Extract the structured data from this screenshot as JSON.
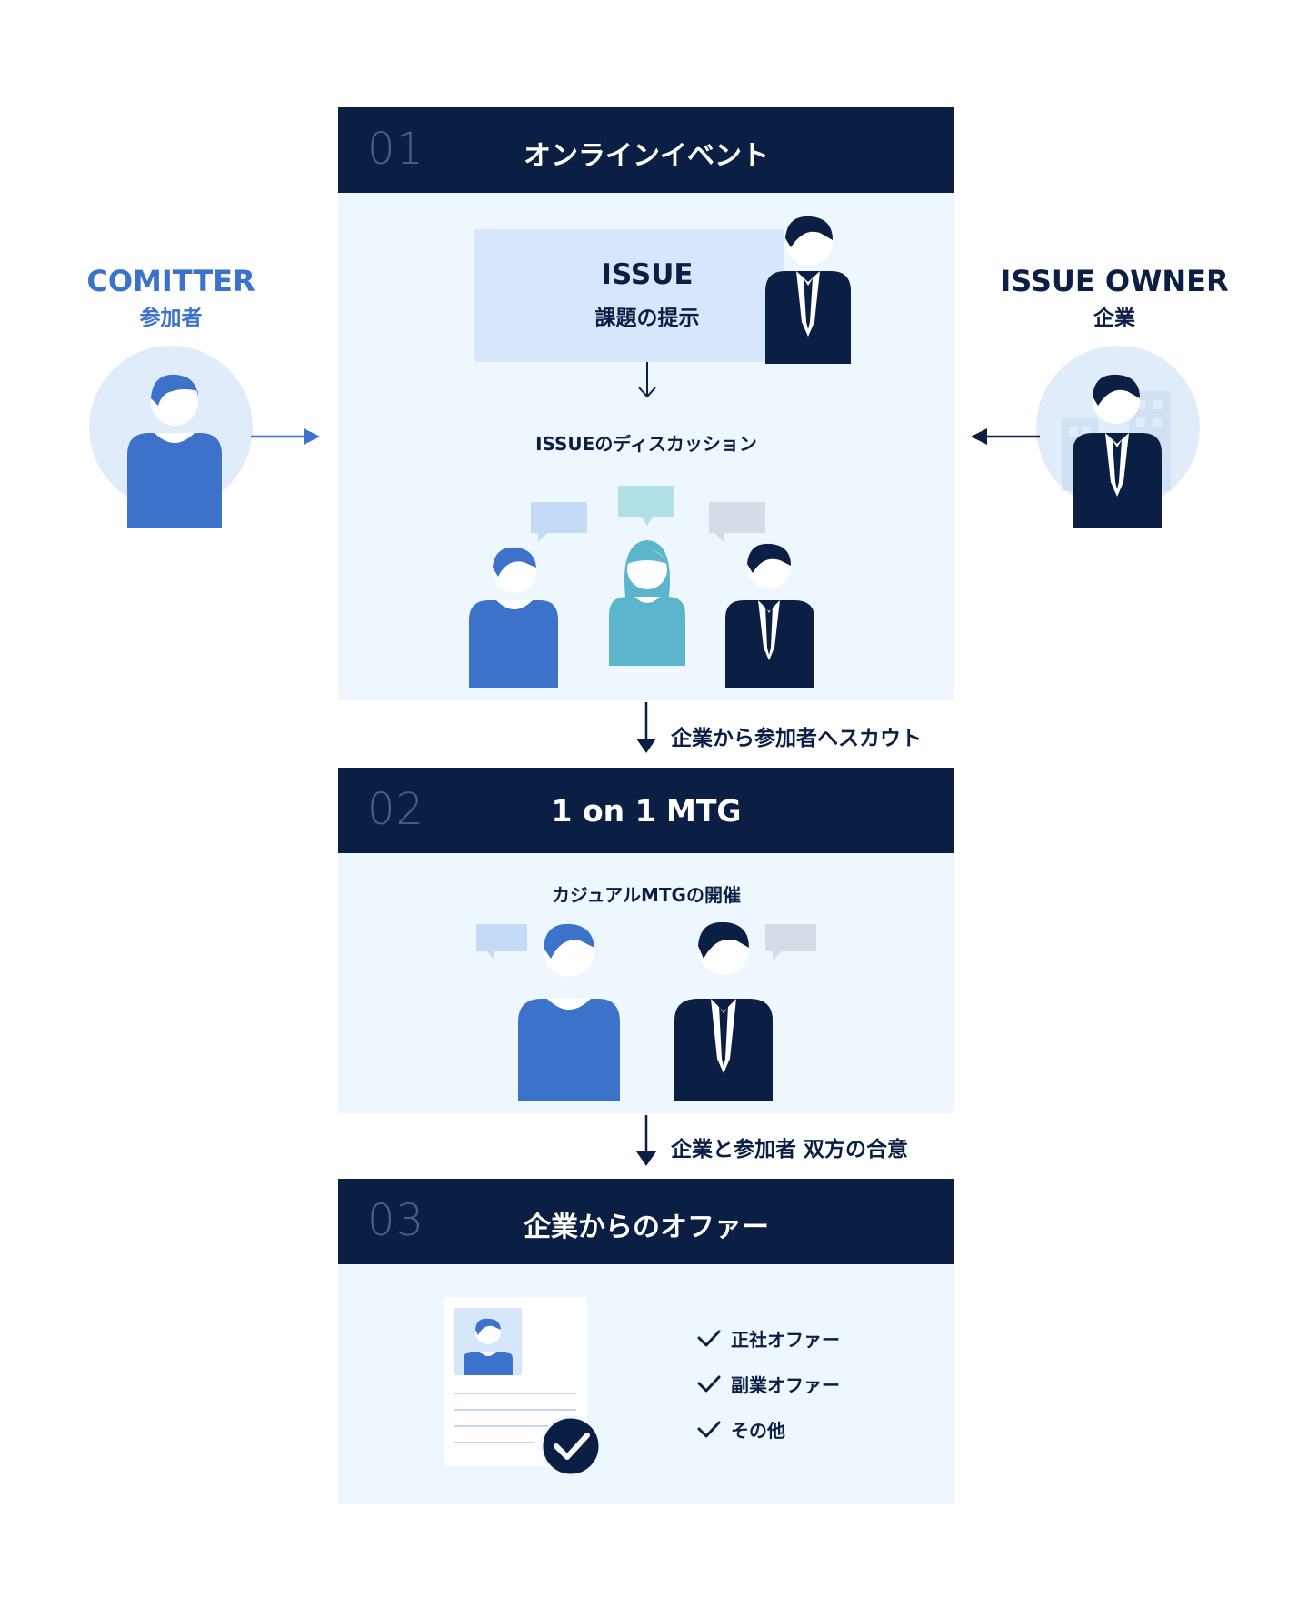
{
  "roles": {
    "committer": {
      "title": "COMITTER",
      "sub": "参加者",
      "color": "#3c72c9"
    },
    "owner": {
      "title": "ISSUE OWNER",
      "sub": "企業",
      "color": "#0b1f45"
    }
  },
  "steps": [
    {
      "num": "01",
      "title": "オンラインイベント"
    },
    {
      "num": "02",
      "title": "1 on 1 MTG"
    },
    {
      "num": "03",
      "title": "企業からのオファー"
    }
  ],
  "issue_box": {
    "title": "ISSUE",
    "sub": "課題の提示"
  },
  "captions": {
    "discussion": "ISSUEのディスカッション",
    "casual": "カジュアルMTGの開催"
  },
  "flow": {
    "scout": "企業から参加者へスカウト",
    "agree": "企業と参加者 双方の合意"
  },
  "offers": [
    "正社オファー",
    "副業オファー",
    "その他"
  ],
  "colors": {
    "navy": "#0b1f45",
    "blue": "#3c72c9",
    "teal": "#5bb6cc",
    "panel": "#eef6fe",
    "issue_box": "#d6e7fb"
  }
}
